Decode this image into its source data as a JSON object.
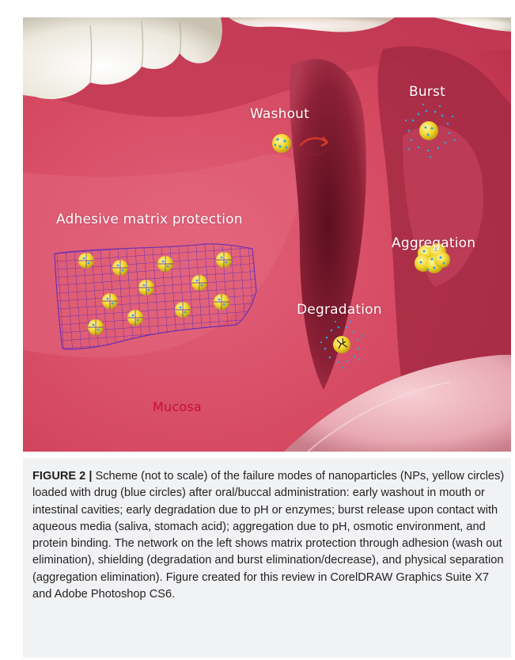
{
  "figure": {
    "labels": {
      "washout": "Washout",
      "burst": "Burst",
      "adhesive": "Adhesive matrix protection",
      "aggregation": "Aggregation",
      "degradation": "Degradation",
      "mucosa": "Mucosa"
    },
    "colors": {
      "mucosa": "#d9415e",
      "mucosa_dark": "#8e1f35",
      "teeth": "#efece3",
      "nanoparticle": "#f2d52a",
      "drug": "#2ea3dc",
      "matrix_mesh": "#6d2fb0",
      "mucosa_label": "#c8102e",
      "arrow": "#d23a2a"
    }
  },
  "caption": {
    "figure_number": "FIGURE 2 |",
    "text": " Scheme (not to scale) of the failure modes of nanoparticles (NPs, yellow circles) loaded with drug (blue circles) after oral/buccal administration: early washout in mouth or intestinal cavities; early degradation due to pH or enzymes; burst release upon contact with aqueous media (saliva, stomach acid); aggregation due to pH, osmotic environment, and protein binding. The network on the left shows matrix protection through adhesion (wash out elimination), shielding (degradation and burst elimination/decrease), and physical separation (aggregation elimination). Figure created for this review in CorelDRAW Graphics Suite X7 and Adobe Photoshop CS6."
  }
}
